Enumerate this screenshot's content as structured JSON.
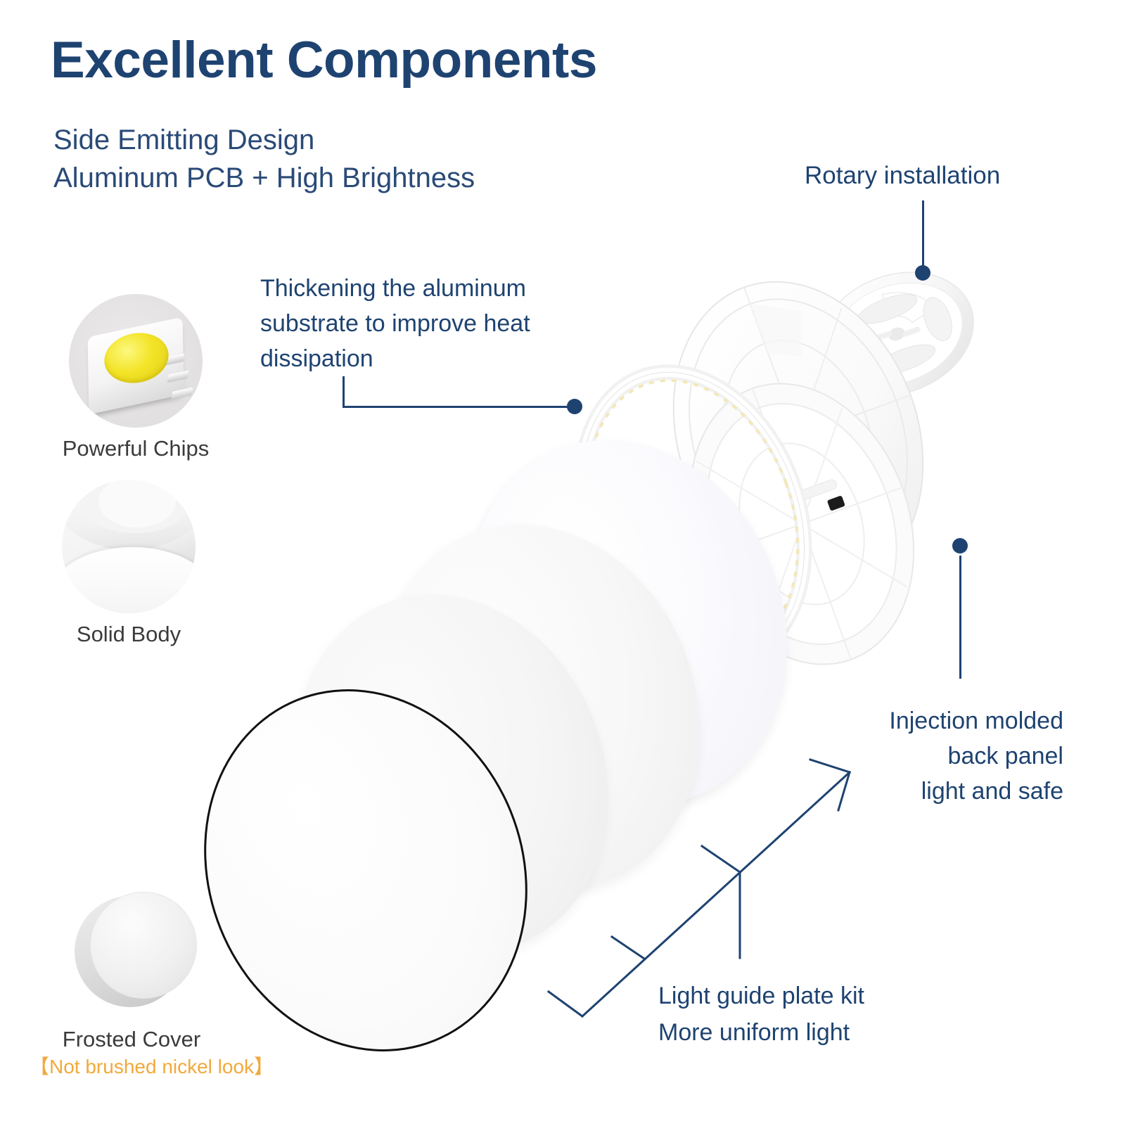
{
  "header": {
    "title": "Excellent Components",
    "subtitle": "Side Emitting Design\nAluminum PCB + High Brightness",
    "title_color": "#1e4371",
    "subtitle_color": "#2a4a77"
  },
  "features": [
    {
      "icon": "led-chip-icon",
      "label": "Powerful Chips",
      "sublabel": "",
      "label_color": "#3b3b3b"
    },
    {
      "icon": "solid-body-icon",
      "label": "Solid Body",
      "sublabel": "",
      "label_color": "#3b3b3b"
    },
    {
      "icon": "frosted-cover-icon",
      "label": "Frosted Cover",
      "sublabel": "【Not brushed nickel look】",
      "label_color": "#3b3b3b",
      "sublabel_color": "#f2a93b"
    }
  ],
  "callouts": {
    "rotary": "Rotary installation",
    "thickening": "Thickening the aluminum substrate to improve heat dissipation",
    "injection": "Injection molded\nback panel\nlight and safe",
    "light_guide": "Light guide plate kit\nMore uniform light"
  },
  "colors": {
    "accent_blue": "#1e4371",
    "leader_line": "#1e4371",
    "warning_orange": "#f2a93b",
    "page_background": "#ffffff",
    "outline_black": "#111111"
  },
  "components": {
    "mount_ring": "rotary-mounting-ring",
    "back_panel": "injection-molded-back-panel",
    "mid_panel": "ribbed-housing-panel",
    "led_ring": "led-strip-ring",
    "diffuser_discs": [
      "light-guide-plate-1",
      "light-guide-plate-2",
      "light-guide-plate-3"
    ],
    "front_cover": "frosted-front-cover"
  }
}
